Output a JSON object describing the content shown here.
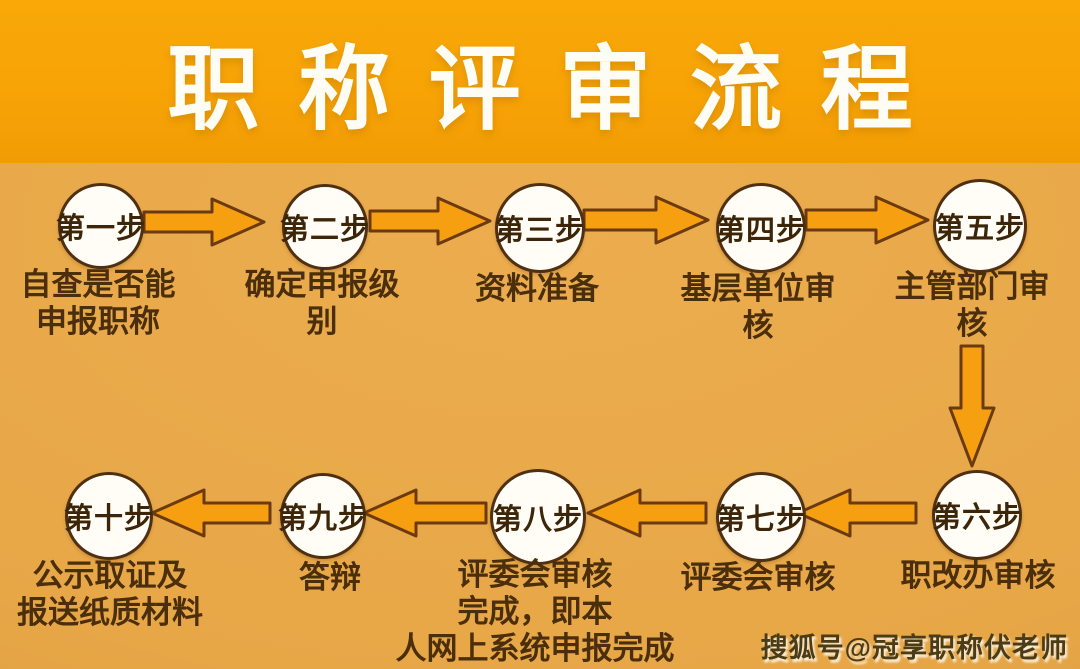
{
  "title": "职称评审流程",
  "watermark": "搜狐号@冠享职称伏老师",
  "colors": {
    "banner": "#f7a306",
    "background": "#e8a84a",
    "arrow_fill": "#f6a011",
    "outline": "#6b3a10",
    "node_fill": "#fffdf6",
    "text": "#4b2e0b",
    "title_text": "#fdfdf6"
  },
  "steps": [
    {
      "id": 1,
      "step_label": "第一步",
      "description": "自查是否能\n申报职称"
    },
    {
      "id": 2,
      "step_label": "第二步",
      "description": "确定申报级\n别"
    },
    {
      "id": 3,
      "step_label": "第三步",
      "description": "资料准备"
    },
    {
      "id": 4,
      "step_label": "第四步",
      "description": "基层单位审\n核"
    },
    {
      "id": 5,
      "step_label": "第五步",
      "description": "主管部门审\n核"
    },
    {
      "id": 6,
      "step_label": "第六步",
      "description": "职改办审核"
    },
    {
      "id": 7,
      "step_label": "第七步",
      "description": "评委会审核"
    },
    {
      "id": 8,
      "step_label": "第八步",
      "description": "评委会审核\n完成，即本\n人网上系统申报完成"
    },
    {
      "id": 9,
      "step_label": "第九步",
      "description": "答辩"
    },
    {
      "id": 10,
      "step_label": "第十步",
      "description": "公示取证及\n报送纸质材料"
    }
  ]
}
